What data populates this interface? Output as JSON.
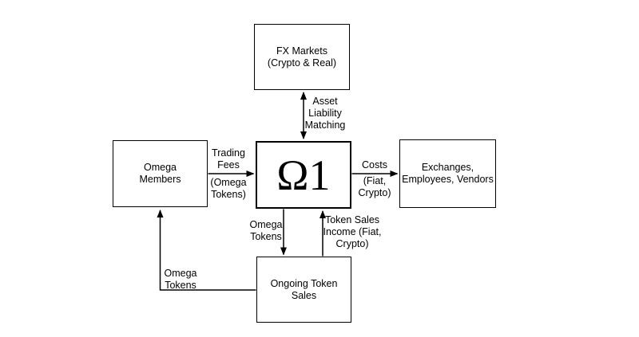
{
  "diagram": {
    "colors": {
      "stroke": "#000000",
      "text": "#000000",
      "background": "#ffffff"
    },
    "nodes": {
      "fx_markets": {
        "label": "FX Markets\n(Crypto & Real)"
      },
      "omega_members": {
        "label": "Omega\nMembers"
      },
      "omega_one": {
        "label": "Ω1"
      },
      "exchanges": {
        "label": "Exchanges,\nEmployees, Vendors"
      },
      "token_sales": {
        "label": "Ongoing Token Sales"
      }
    },
    "edges": {
      "asset_liability": {
        "from": "FX Markets (Crypto & Real)",
        "to": "Ω1",
        "direction": "bidirectional",
        "label": "Asset\nLiability\nMatching"
      },
      "trading_fees": {
        "from": "Omega Members",
        "to": "Ω1",
        "direction": "one-way",
        "label_above": "Trading\nFees",
        "label_below": "(Omega\nTokens)"
      },
      "costs": {
        "from": "Ω1",
        "to": "Exchanges, Employees, Vendors",
        "direction": "one-way",
        "label_above": "Costs",
        "label_below": "(Fiat,\nCrypto)"
      },
      "omega_tokens_down": {
        "from": "Ω1",
        "to": "Ongoing Token Sales",
        "direction": "one-way",
        "label": "Omega\nTokens"
      },
      "token_sales_income": {
        "from": "Ongoing Token Sales",
        "to": "Ω1",
        "direction": "one-way",
        "label": "Token Sales\nIncome (Fiat,\nCrypto)"
      },
      "omega_tokens_to_members": {
        "from": "Ongoing Token Sales",
        "to": "Omega Members",
        "direction": "one-way",
        "label": "Omega\nTokens"
      }
    }
  }
}
